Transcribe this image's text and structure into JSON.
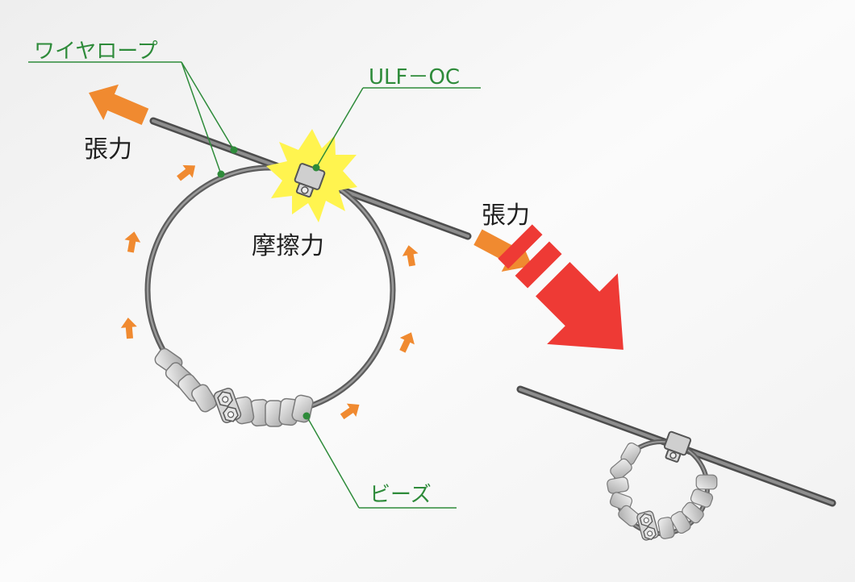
{
  "labels": {
    "wire_rope": "ワイヤロープ",
    "ulf_oc": "ULF－OC",
    "tension_left": "張力",
    "tension_right": "張力",
    "friction": "摩擦力",
    "beads": "ビーズ"
  },
  "colors": {
    "callout_green": "#2e8b3a",
    "tension_orange": "#f08a30",
    "motion_red": "#ee3a35",
    "star_yellow": "#fff44f",
    "rope": "#6b6b6b",
    "clamp": "#c9c9c9"
  },
  "icons": {
    "tension_arrow": "tension-arrow-icon",
    "force_arrow": "force-arrow-icon",
    "big_arrow": "motion-arrow-icon",
    "friction_star": "friction-burst-icon"
  }
}
